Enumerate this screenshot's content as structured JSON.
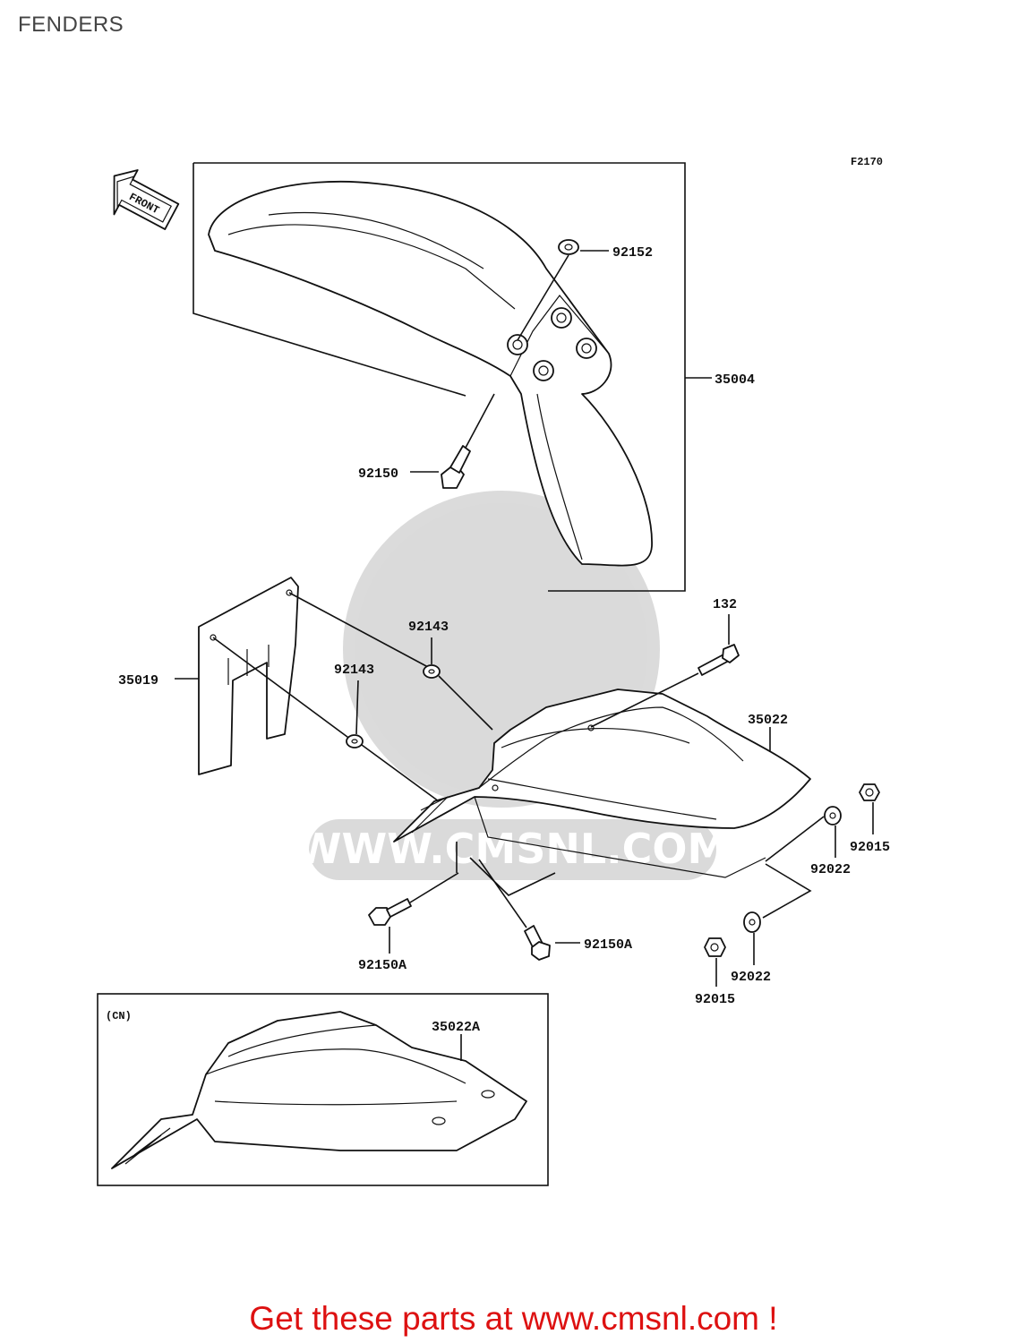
{
  "page": {
    "title": "FENDERS"
  },
  "diagram": {
    "figure_code": "F2170",
    "direction_marker": "FRONT",
    "watermark": "WWW.CMSNL.COM",
    "inset_label": "(CN)",
    "parts": [
      "92152",
      "35004",
      "92150",
      "35019",
      "92143",
      "92143",
      "132",
      "35022",
      "92015",
      "92022",
      "92022",
      "92015",
      "92150A",
      "92150A",
      "35022A"
    ]
  },
  "footer": {
    "text": "Get these parts at www.cmsnl.com !"
  }
}
